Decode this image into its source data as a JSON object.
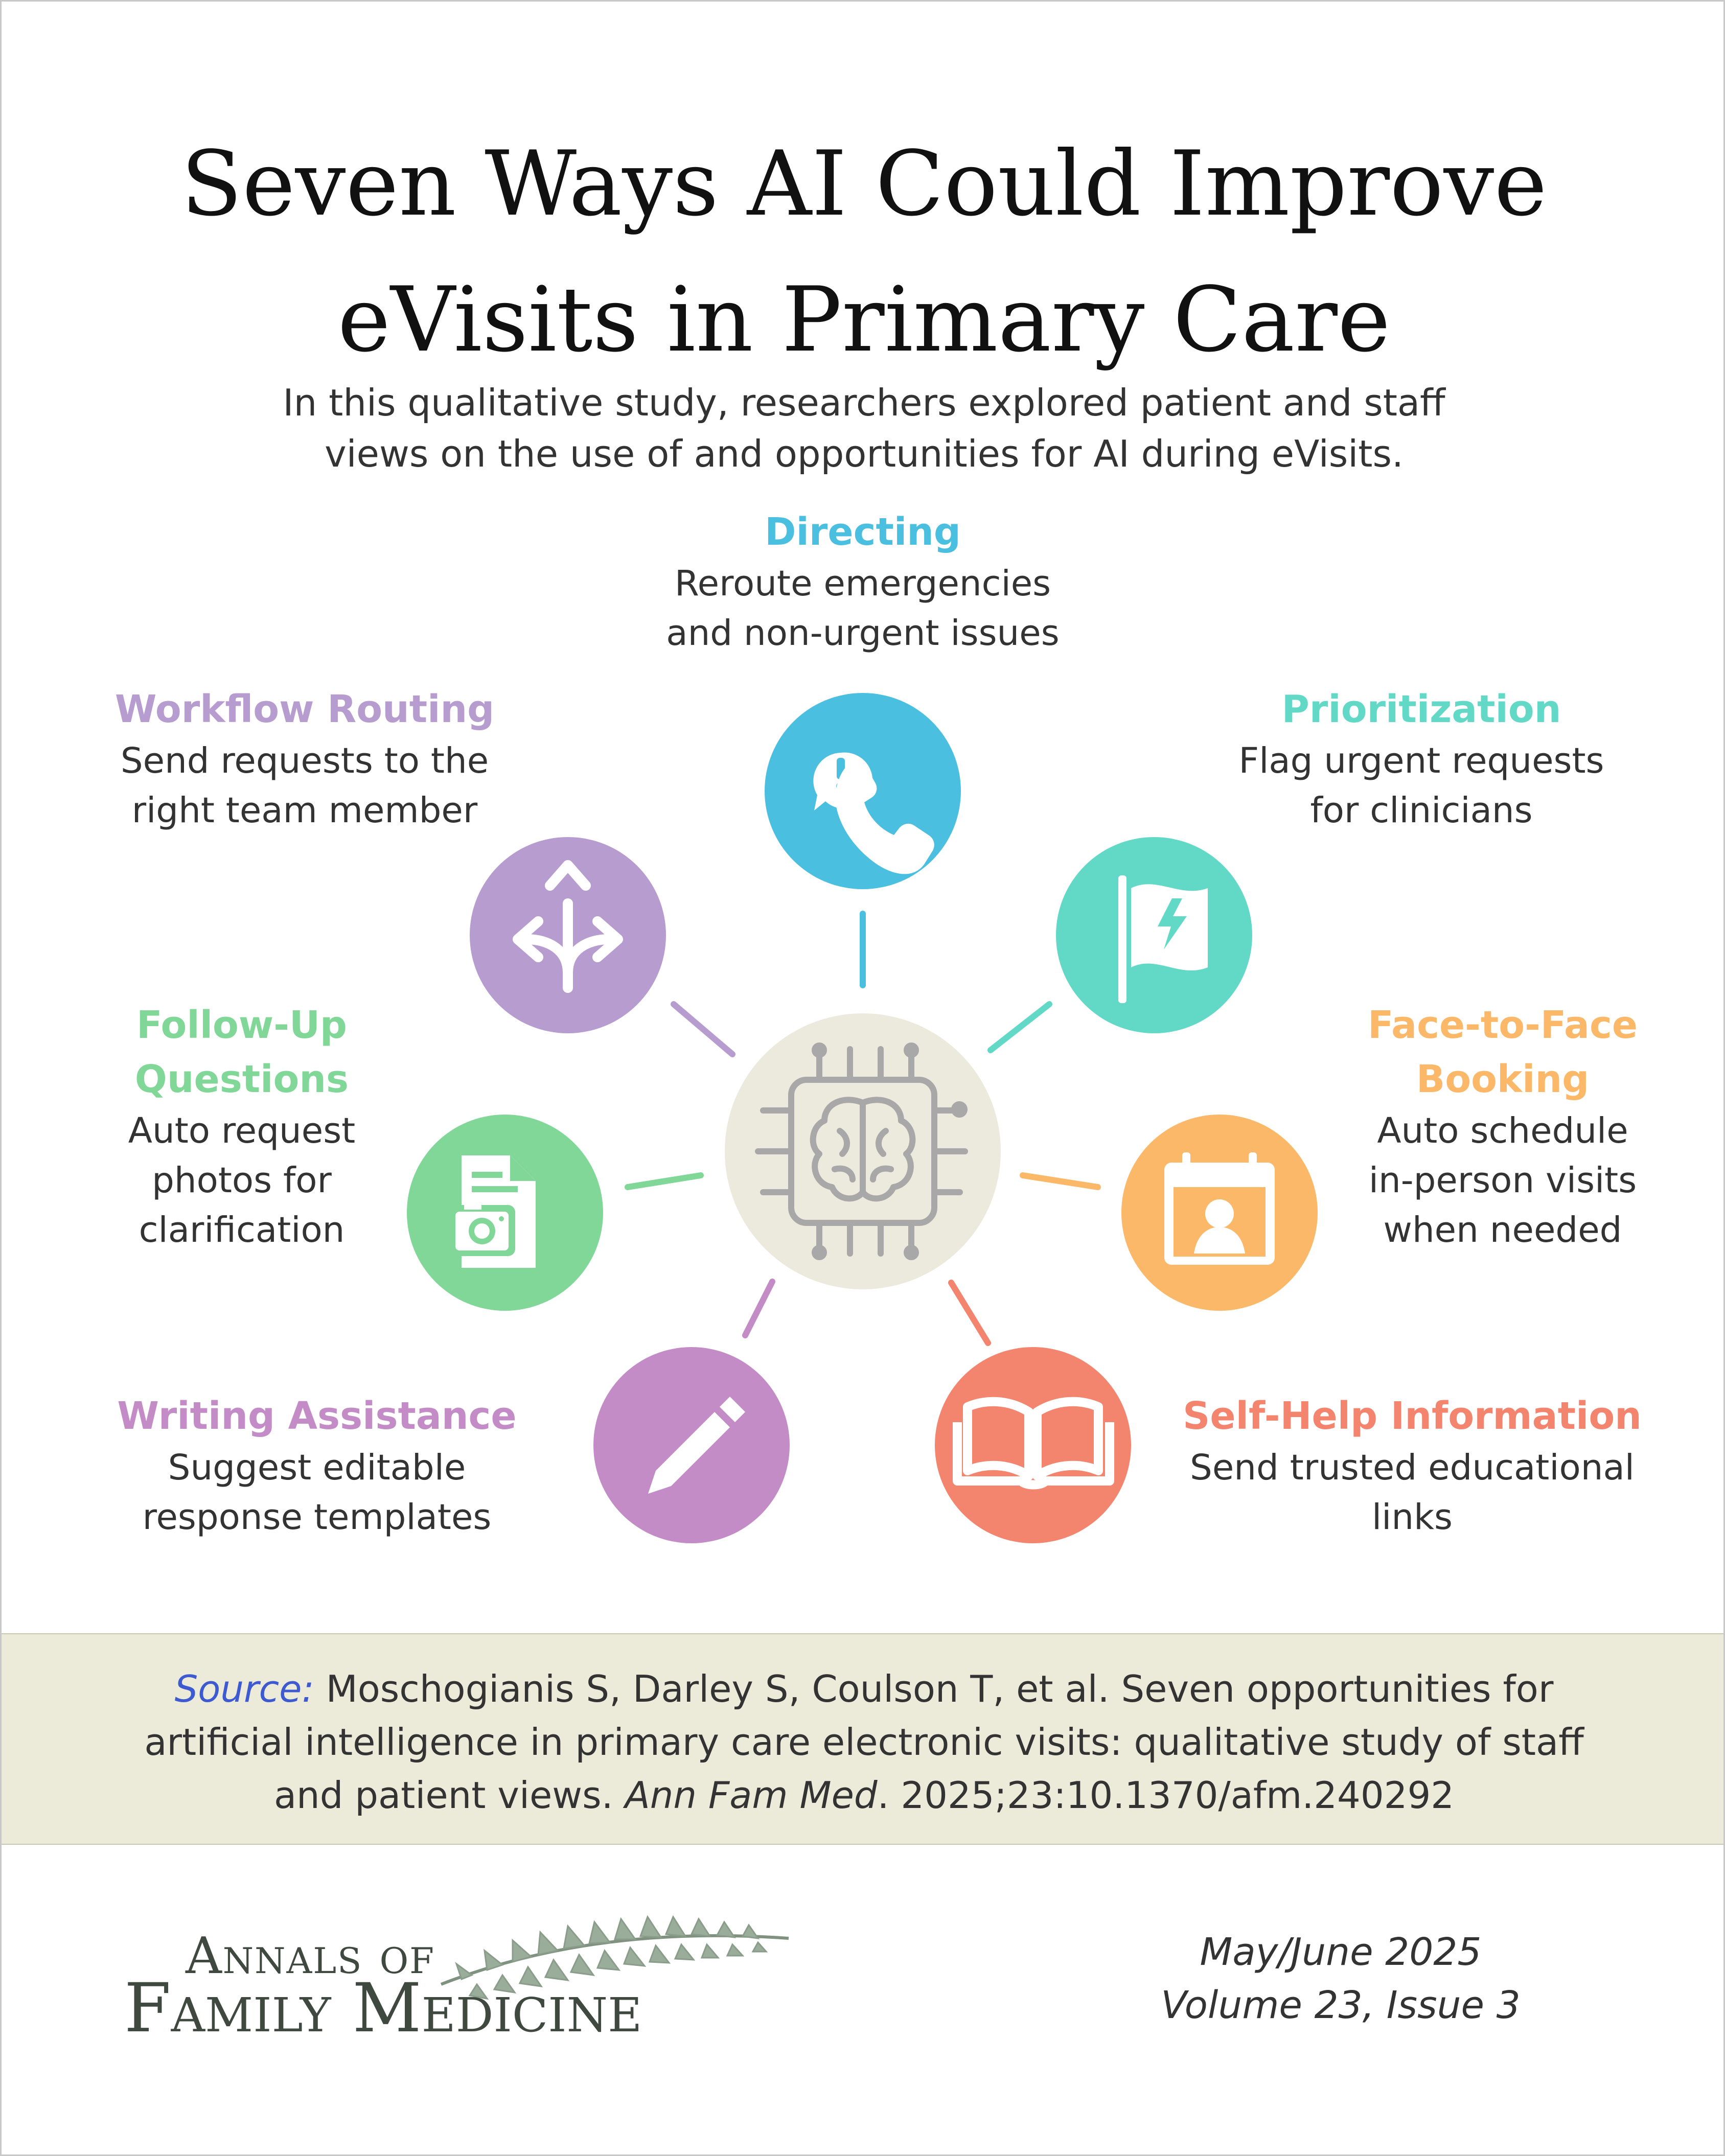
{
  "title": {
    "line1": "Seven Ways AI Could Improve",
    "line2": "eVisits in Primary Care"
  },
  "subtitle": {
    "line1": "In this qualitative study, researchers explored patient and staff",
    "line2": "views on the use of and opportunities for AI during eVisits."
  },
  "center": {
    "icon": "brain-chip-icon",
    "color": "#ece9dd"
  },
  "items": [
    {
      "key": "directing",
      "title": [
        "Directing"
      ],
      "desc": [
        "Reroute emergencies",
        "and non-urgent issues"
      ],
      "color": "#4bbfe0",
      "icon": "phone-alert-icon"
    },
    {
      "key": "prioritization",
      "title": [
        "Prioritization"
      ],
      "desc": [
        "Flag urgent requests",
        "for clinicians"
      ],
      "color": "#62d9c7",
      "icon": "flag-lightning-icon"
    },
    {
      "key": "face-to-face",
      "title": [
        "Face-to-Face",
        "Booking"
      ],
      "desc": [
        "Auto schedule",
        "in-person visits",
        "when needed"
      ],
      "color": "#fbb868",
      "icon": "calendar-person-icon"
    },
    {
      "key": "self-help",
      "title": [
        "Self-Help Information"
      ],
      "desc": [
        "Send trusted educational",
        "links"
      ],
      "color": "#f3856f",
      "icon": "open-book-icon"
    },
    {
      "key": "writing",
      "title": [
        "Writing Assistance"
      ],
      "desc": [
        "Suggest editable",
        "response templates"
      ],
      "color": "#c48cc7",
      "icon": "pencil-icon"
    },
    {
      "key": "follow-up",
      "title": [
        "Follow-Up",
        "Questions"
      ],
      "desc": [
        "Auto request",
        "photos for",
        "clarification"
      ],
      "color": "#80d797",
      "icon": "document-camera-icon"
    },
    {
      "key": "workflow",
      "title": [
        "Workflow Routing"
      ],
      "desc": [
        "Send requests to the",
        "right team member"
      ],
      "color": "#b79ccf",
      "icon": "split-arrows-icon"
    }
  ],
  "source": {
    "label": "Source:",
    "line1": "Moschogianis S, Darley S, Coulson T, et al. Seven opportunities for",
    "line2": "artificial intelligence in primary care electronic visits: qualitative study of staff",
    "line3a": "and patient views.",
    "journal": "Ann Fam Med",
    "line3b": ". 2025;23:10.1370/afm.240292"
  },
  "logo": {
    "line1": "Annals of",
    "line2": "Family Medicine"
  },
  "issue": {
    "date": "May/June 2025",
    "volume": "Volume 23, Issue 3"
  }
}
